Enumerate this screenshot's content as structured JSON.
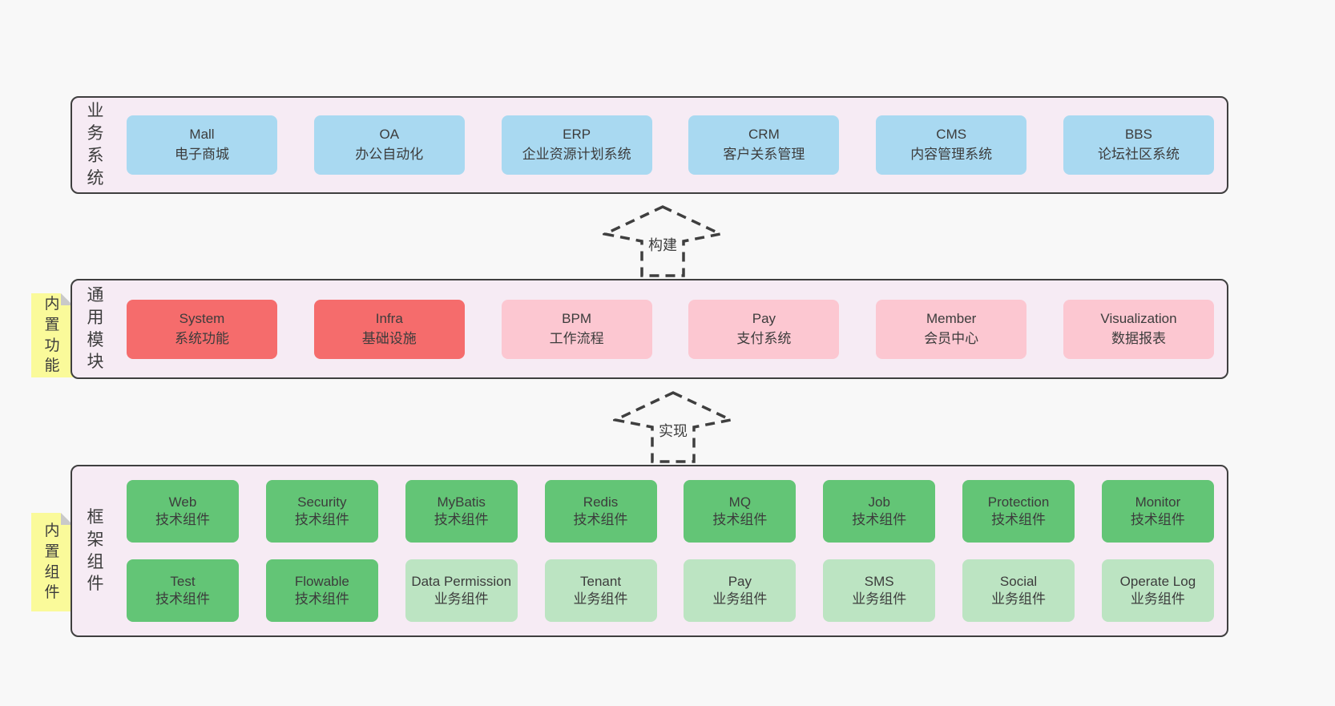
{
  "colors": {
    "page-bg": "#f8f8f8",
    "layer-bg": "#f6ebf4",
    "layer-border": "#3f3f3f",
    "box-blue": "#a9d9f1",
    "box-red": "#f56c6c",
    "box-pink": "#fcc7d1",
    "box-green": "#63c576",
    "box-green-light": "#bce4c2",
    "note-yellow": "#fafa9a",
    "note-fold": "#c9c9c9",
    "text-dark": "#3c3c3c"
  },
  "layers": [
    {
      "label": "业务系统",
      "boxes": [
        {
          "title": "Mall",
          "subtitle": "电子商城"
        },
        {
          "title": "OA",
          "subtitle": "办公自动化"
        },
        {
          "title": "ERP",
          "subtitle": "企业资源计划系统"
        },
        {
          "title": "CRM",
          "subtitle": "客户关系管理"
        },
        {
          "title": "CMS",
          "subtitle": "内容管理系统"
        },
        {
          "title": "BBS",
          "subtitle": "论坛社区系统"
        }
      ]
    },
    {
      "label": "通用模块",
      "note": "内置功能",
      "boxes": [
        {
          "title": "System",
          "subtitle": "系统功能"
        },
        {
          "title": "Infra",
          "subtitle": "基础设施"
        },
        {
          "title": "BPM",
          "subtitle": "工作流程"
        },
        {
          "title": "Pay",
          "subtitle": "支付系统"
        },
        {
          "title": "Member",
          "subtitle": "会员中心"
        },
        {
          "title": "Visualization",
          "subtitle": "数据报表"
        }
      ]
    },
    {
      "label": "框架组件",
      "note": "内置组件",
      "rows": [
        [
          {
            "title": "Web",
            "subtitle": "技术组件"
          },
          {
            "title": "Security",
            "subtitle": "技术组件"
          },
          {
            "title": "MyBatis",
            "subtitle": "技术组件"
          },
          {
            "title": "Redis",
            "subtitle": "技术组件"
          },
          {
            "title": "MQ",
            "subtitle": "技术组件"
          },
          {
            "title": "Job",
            "subtitle": "技术组件"
          },
          {
            "title": "Protection",
            "subtitle": "技术组件"
          },
          {
            "title": "Monitor",
            "subtitle": "技术组件"
          }
        ],
        [
          {
            "title": "Test",
            "subtitle": "技术组件"
          },
          {
            "title": "Flowable",
            "subtitle": "技术组件"
          },
          {
            "title": "Data Permission",
            "subtitle": "业务组件"
          },
          {
            "title": "Tenant",
            "subtitle": "业务组件"
          },
          {
            "title": "Pay",
            "subtitle": "业务组件"
          },
          {
            "title": "SMS",
            "subtitle": "业务组件"
          },
          {
            "title": "Social",
            "subtitle": "业务组件"
          },
          {
            "title": "Operate Log",
            "subtitle": "业务组件"
          }
        ]
      ]
    }
  ],
  "arrows": [
    {
      "label": "构建"
    },
    {
      "label": "实现"
    }
  ]
}
